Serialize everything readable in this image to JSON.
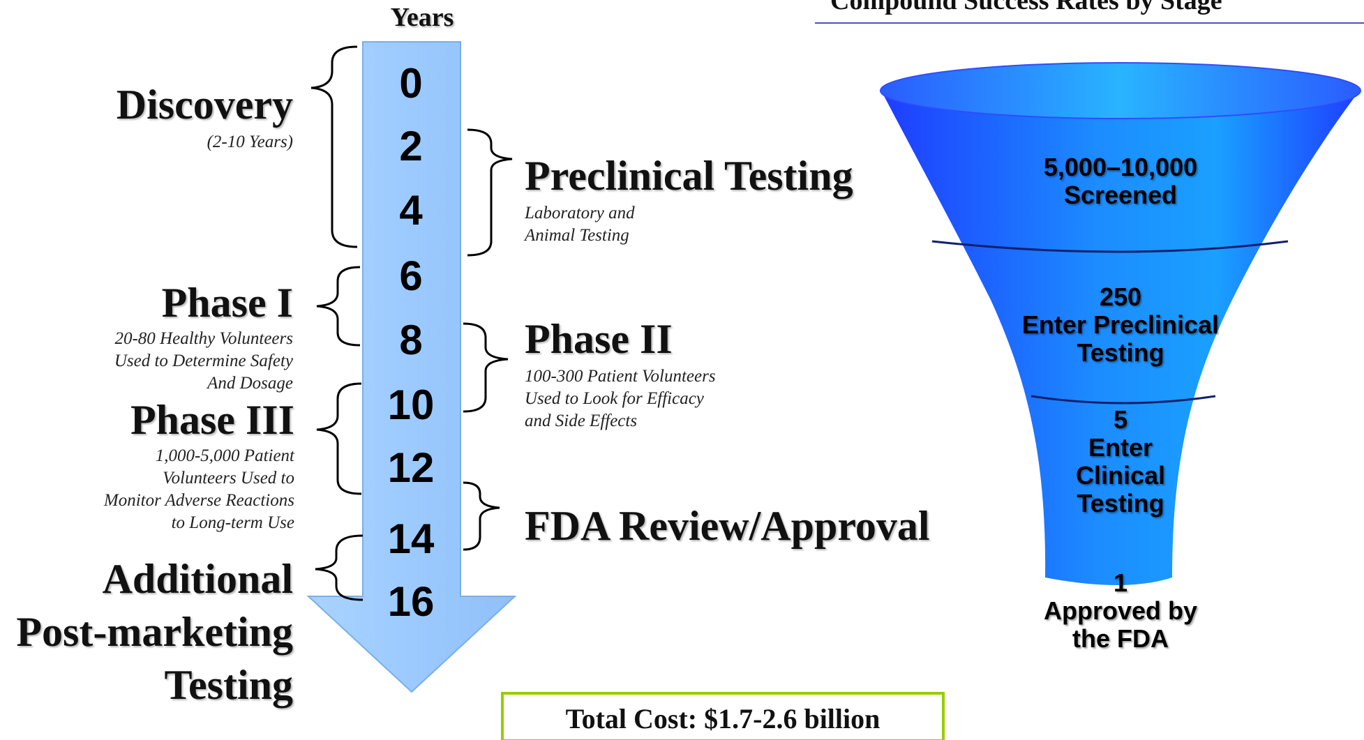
{
  "timeline": {
    "header": "Years",
    "years": [
      "0",
      "2",
      "4",
      "6",
      "8",
      "10",
      "12",
      "14",
      "16"
    ]
  },
  "stages_left": {
    "discovery": {
      "title": "Discovery",
      "desc": "(2-10 Years)"
    },
    "phase1": {
      "title": "Phase I",
      "desc": "20-80 Healthy Volunteers\nUsed to Determine Safety\nAnd Dosage"
    },
    "phase3": {
      "title": "Phase III",
      "desc": "1,000-5,000 Patient\nVolunteers Used to\nMonitor Adverse Reactions\nto Long-term Use"
    },
    "postmarketing": {
      "title": "Additional\nPost-marketing\nTesting"
    }
  },
  "stages_right": {
    "preclinical": {
      "title": "Preclinical Testing",
      "desc": "Laboratory and\nAnimal Testing"
    },
    "phase2": {
      "title": "Phase II",
      "desc": "100-300 Patient Volunteers\nUsed to Look for Efficacy\nand Side Effects"
    },
    "fda": {
      "title": "FDA Review/Approval"
    }
  },
  "funnel": {
    "header": "Compound Success Rates by Stage",
    "levels": [
      {
        "label": "5,000–10,000\nScreened"
      },
      {
        "label": "250\nEnter Preclinical\nTesting"
      },
      {
        "label": "5\nEnter\nClinical\nTesting"
      },
      {
        "label": "1\nApproved by\nthe FDA"
      }
    ]
  },
  "total_cost": "Total Cost:  $1.7-2.6 billion",
  "colors": {
    "arrow": "#99ccff",
    "funnel_light": "#1ca0ff",
    "funnel_dark": "#1e3cff",
    "total_border": "#99cc00"
  }
}
